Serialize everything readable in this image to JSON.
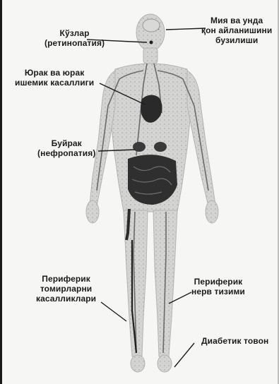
{
  "labels": {
    "eyes": "Кўзлар\n(ретинопатия)",
    "brain": "Мия ва унда\nқон айланишини\nбузилиши",
    "heart": "Юрак ва юрак\nишемик касаллиги",
    "kidney": "Буйрак\n(нефропатия)",
    "peripheral_vessels": "Периферик\nтомирларни\nкасалликлари",
    "peripheral_nerves": "Периферик\nнерв тизими",
    "diabetic_foot": "Диабетик товон"
  },
  "colors": {
    "ink": "#1b1b1b",
    "body": "#cfcfcd",
    "organ": "#2a2a2a",
    "vessel": "#555555"
  }
}
